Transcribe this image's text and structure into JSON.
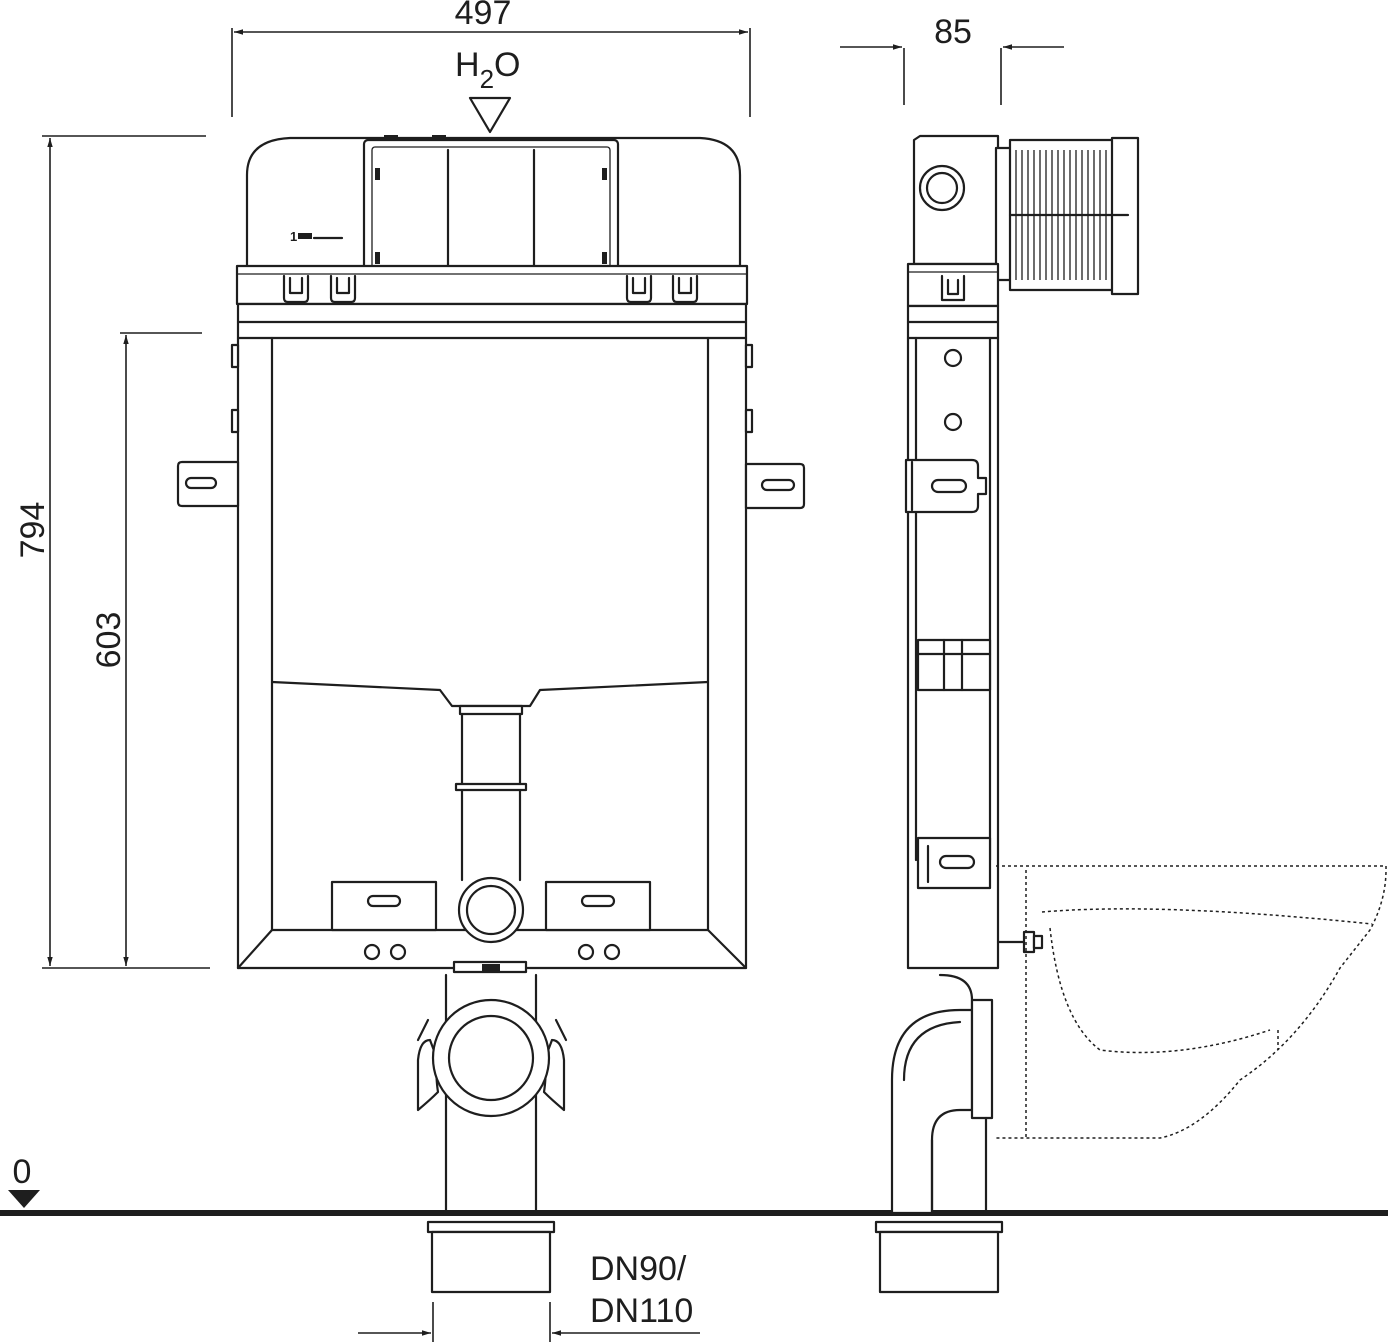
{
  "dimensions": {
    "width": "497",
    "depth": "85",
    "total_height": "794",
    "tank_height": "603",
    "floor_level": "0"
  },
  "labels": {
    "water_h": "H",
    "water_sub": "2",
    "water_o": "O",
    "pipe_line1": "DN90/",
    "pipe_line2": "DN110",
    "tank_mark": "1"
  },
  "colors": {
    "line": "#1e1e1e",
    "background": "#ffffff"
  }
}
